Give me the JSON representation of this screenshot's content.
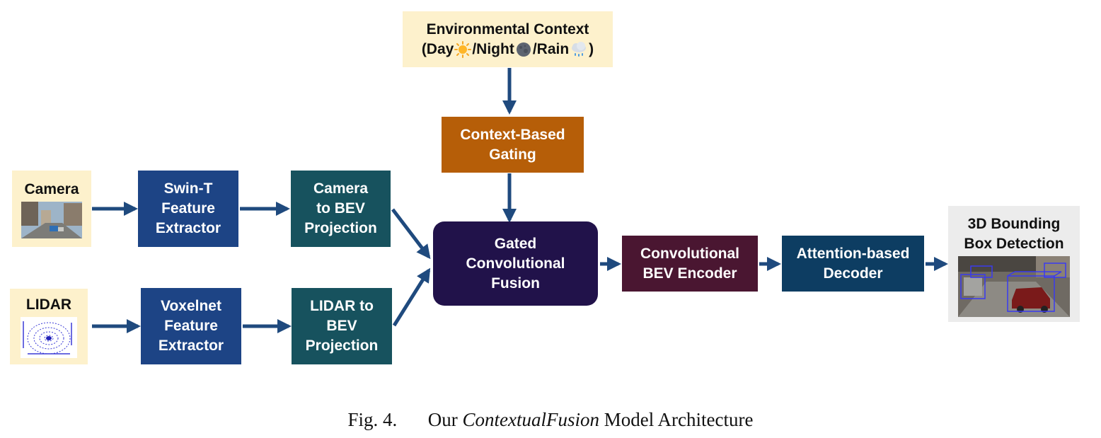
{
  "diagram": {
    "env_context": {
      "line1": "Environmental Context",
      "pre": "(Day",
      "sep1": "/Night",
      "sep2": "/Rain",
      "post": ")"
    },
    "gating": {
      "line1": "Context-Based",
      "line2": "Gating"
    },
    "camera_input": {
      "label": "Camera"
    },
    "lidar_input": {
      "label": "LIDAR"
    },
    "swin": {
      "line1": "Swin-T",
      "line2": "Feature",
      "line3": "Extractor"
    },
    "voxelnet": {
      "line1": "Voxelnet",
      "line2": "Feature",
      "line3": "Extractor"
    },
    "cam_bev": {
      "line1": "Camera",
      "line2": "to BEV",
      "line3": "Projection"
    },
    "lidar_bev": {
      "line1": "LIDAR to",
      "line2": "BEV",
      "line3": "Projection"
    },
    "fusion": {
      "line1": "Gated",
      "line2": "Convolutional",
      "line3": "Fusion"
    },
    "encoder": {
      "line1": "Convolutional",
      "line2": "BEV Encoder"
    },
    "decoder": {
      "line1": "Attention-based",
      "line2": "Decoder"
    },
    "output": {
      "line1": "3D Bounding",
      "line2": "Box Detection"
    }
  },
  "caption": {
    "fig": "Fig. 4.",
    "our": "Our",
    "name": "ContextualFusion",
    "rest": "Model Architecture"
  },
  "colors": {
    "cream": "#fdf1cc",
    "blue": "#1d4485",
    "teal": "#17525e",
    "orange": "#b65e08",
    "navy": "#21124a",
    "maroon": "#4a1631",
    "dark_blue": "#0d3d62",
    "arrow": "#1f4a7e",
    "output_bg": "#ececec"
  },
  "icons": [
    "sun-icon",
    "moon-icon",
    "rain-cloud-icon"
  ]
}
